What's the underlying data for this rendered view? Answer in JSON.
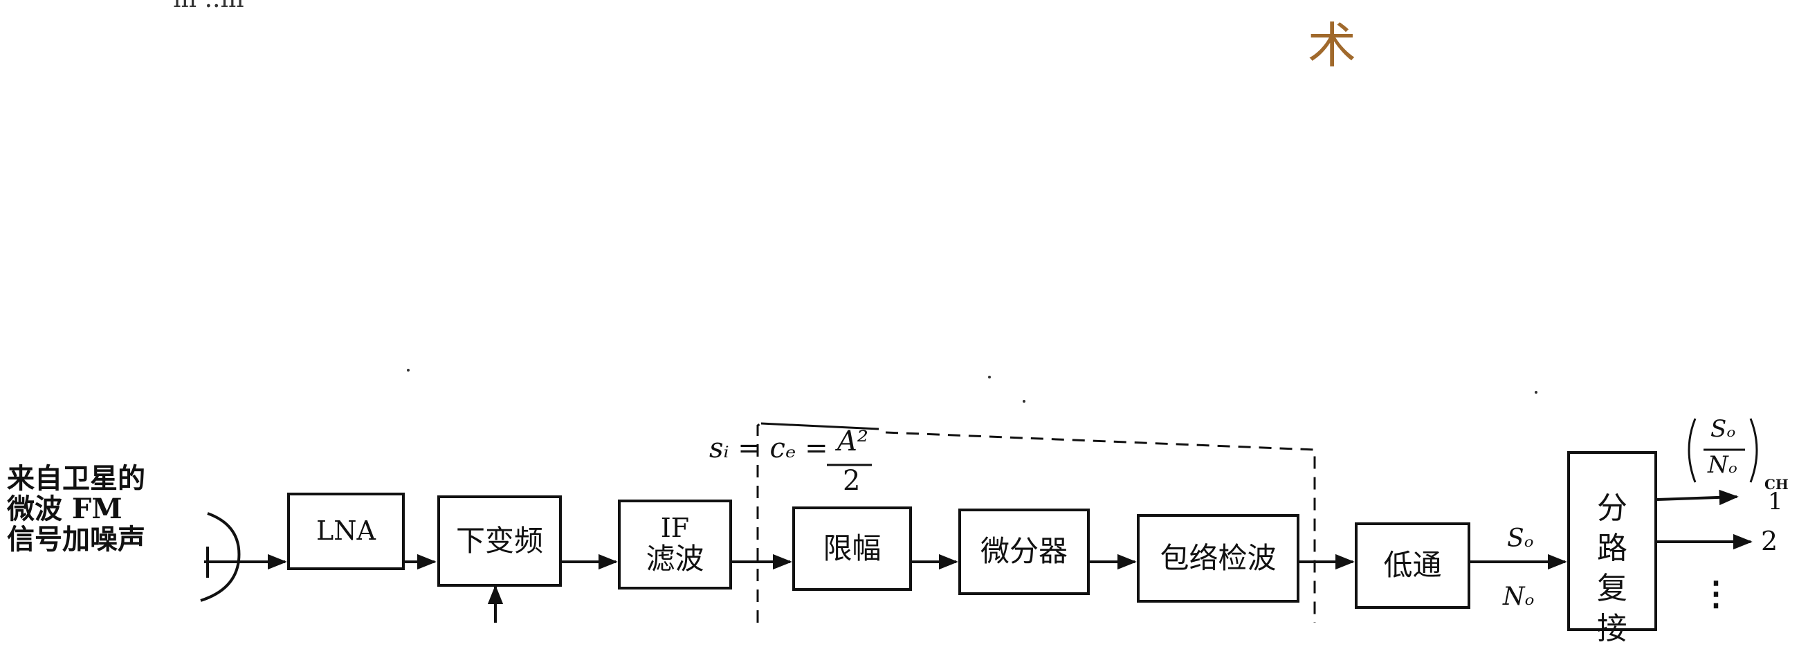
{
  "header": {
    "top_left_fragment": "m ..m",
    "top_right_char": "术"
  },
  "diagram": {
    "source_lines": [
      "来自卫星的",
      "微波 FM",
      "信号加噪声"
    ],
    "blocks": {
      "lna": "LNA",
      "downconverter": "下变频",
      "if_filter_line1": "IF",
      "if_filter_line2": "滤波",
      "limiter": "限幅",
      "differentiator": "微分器",
      "envelope_detector": "包络检波",
      "lowpass": "低通",
      "demux_chars": [
        "分",
        "路",
        "复",
        "接"
      ]
    },
    "labels": {
      "input_snr": "sᵢ = cₑ = A²/2",
      "input_snr_numerator": "A²",
      "input_snr_denominator": "2",
      "input_snr_left": "sᵢ = cₑ =",
      "so": "Sₒ",
      "no": "Nₒ",
      "ratio_num": "Sₒ",
      "ratio_den": "Nₒ",
      "ch_label": "CH",
      "ch1": "1",
      "ch2": "2",
      "more_channels": "⋮"
    },
    "colors": {
      "line": "#111111",
      "accent_char": "#a0692c"
    }
  }
}
